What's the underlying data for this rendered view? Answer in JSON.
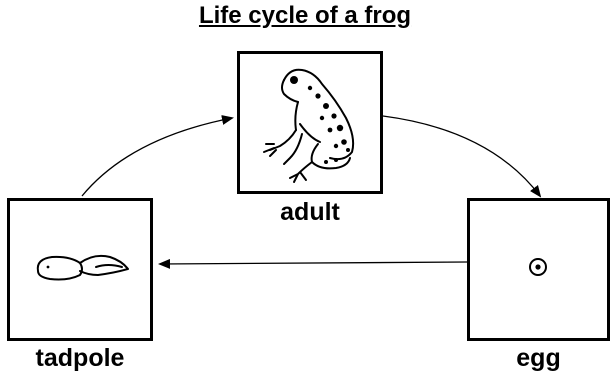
{
  "diagram": {
    "title": "Life cycle of a frog",
    "stages": {
      "adult": {
        "label": "adult",
        "icon": "frog-icon"
      },
      "egg": {
        "label": "egg",
        "icon": "egg-icon"
      },
      "tadpole": {
        "label": "tadpole",
        "icon": "tadpole-icon"
      }
    },
    "cycle_order": [
      "egg",
      "tadpole",
      "adult"
    ]
  }
}
